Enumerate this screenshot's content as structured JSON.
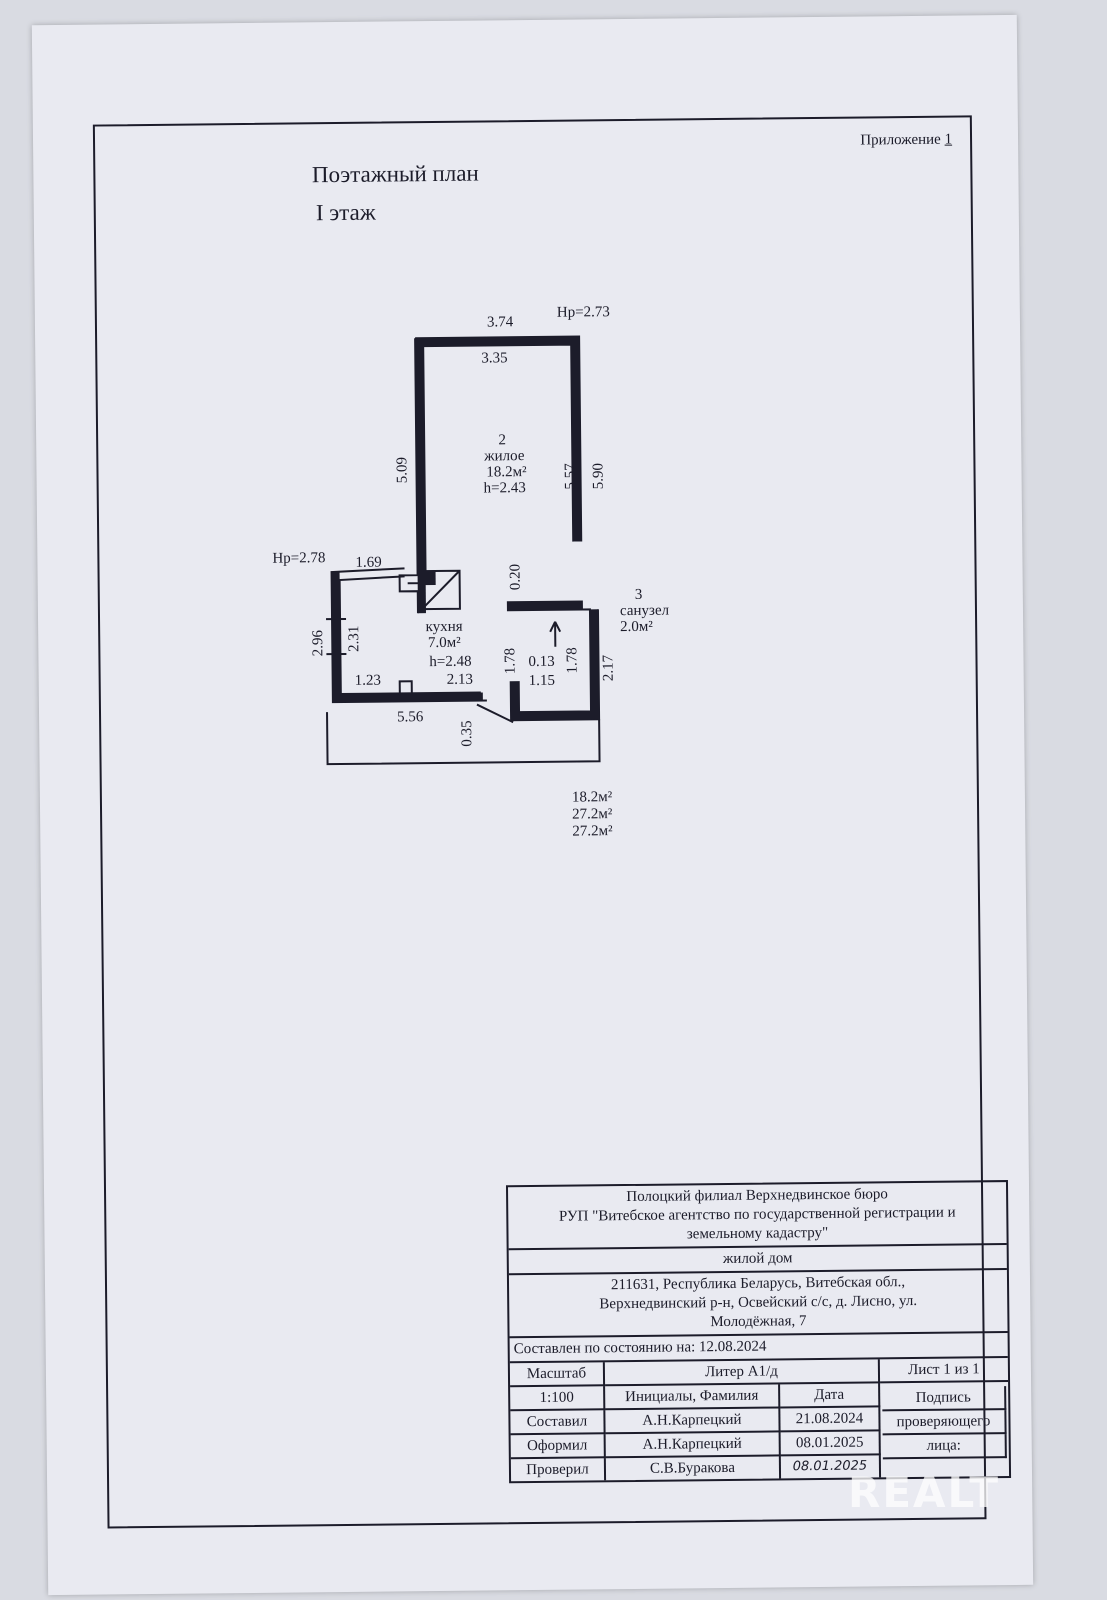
{
  "appendix": {
    "label": "Приложение",
    "number": "1"
  },
  "title": {
    "line1": "Поэтажный план",
    "line2": "I этаж"
  },
  "plan": {
    "dims": {
      "top_outer": "3.74",
      "top_inner": "3.35",
      "left_outer": "5.09",
      "right_inner": "5.57",
      "right_outer": "5.90",
      "hp_top": "Нр=2.73",
      "hp_left": "Нр=2.78",
      "kitchen_top": "1.69",
      "kitchen_left_outer": "2.96",
      "kitchen_left_inner": "2.31",
      "kitchen_bottom_a": "1.23",
      "kitchen_bottom_b": "2.13",
      "wall_020": "0.20",
      "hall_178": "1.78",
      "bath_013": "0.13",
      "bath_115": "1.15",
      "bath_178": "1.78",
      "bath_217": "2.17",
      "porch_556": "5.56",
      "porch_035": "0.35"
    },
    "rooms": [
      {
        "num": "2",
        "name": "жилое",
        "area": "18.2м²",
        "height": "h=2.43"
      },
      {
        "num": "",
        "name": "кухня",
        "area": "7.0м²",
        "height": "h=2.48"
      },
      {
        "num": "3",
        "name": "санузел",
        "area": "2.0м²",
        "height": ""
      }
    ]
  },
  "totals": [
    "18.2м²",
    "27.2м²",
    "27.2м²"
  ],
  "stamp": {
    "org": [
      "Полоцкий филиал Верхнедвинское бюро",
      "РУП \"Витебское агентство по государственной регистрации и",
      "земельному кадастру\""
    ],
    "object": "жилой дом",
    "address": [
      "211631, Республика Беларусь, Витебская обл.,",
      "Верхнедвинский р-н, Освейский с/с, д. Лисно, ул.",
      "Молодёжная, 7"
    ],
    "state": "Составлен по состоянию на: 12.08.2024",
    "scale_label": "Масштаб",
    "liter": "Литер  А1/д",
    "sheet": "Лист  1   из  1",
    "scale": "1:100",
    "col_name": "Инициалы, Фамилия",
    "col_date": "Дата",
    "signature": [
      "Подпись",
      "проверяющего",
      "лица:"
    ],
    "rows": [
      {
        "role": "Составил",
        "name": "А.Н.Карпецкий",
        "date": "21.08.2024"
      },
      {
        "role": "Оформил",
        "name": "А.Н.Карпецкий",
        "date": "08.01.2025"
      },
      {
        "role": "Проверил",
        "name": "С.В.Буракова",
        "date": "08.01.2025"
      }
    ]
  },
  "watermark": "REALT"
}
